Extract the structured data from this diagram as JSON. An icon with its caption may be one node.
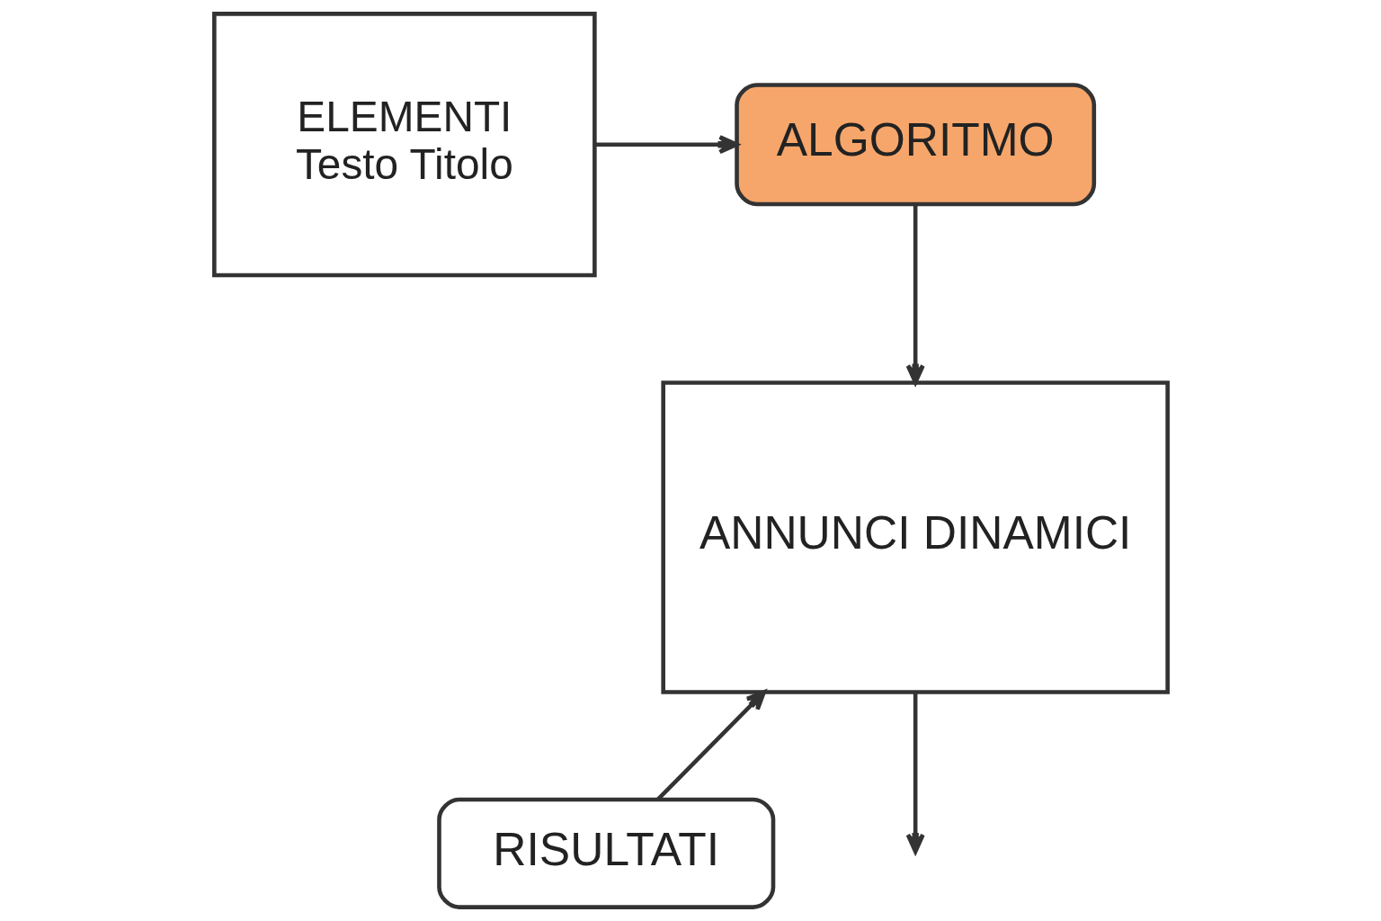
{
  "diagram": {
    "nodes": [
      {
        "text": [
          "ELEMENTI",
          "Testo Titolo"
        ]
      },
      {
        "text": [
          "ALGORITMO"
        ]
      },
      {
        "text": [
          "ANNUNCI DINAMICI"
        ]
      },
      {
        "text": [
          "RISULTATI"
        ]
      }
    ],
    "edges": [
      {
        "from": 0,
        "to": 1,
        "arrow": "to"
      },
      {
        "from": 1,
        "to": 2,
        "arrow": "to"
      },
      {
        "from": 3,
        "to": 2,
        "arrow": "to"
      },
      {
        "from": 2,
        "to": null,
        "arrow": "to"
      }
    ]
  }
}
